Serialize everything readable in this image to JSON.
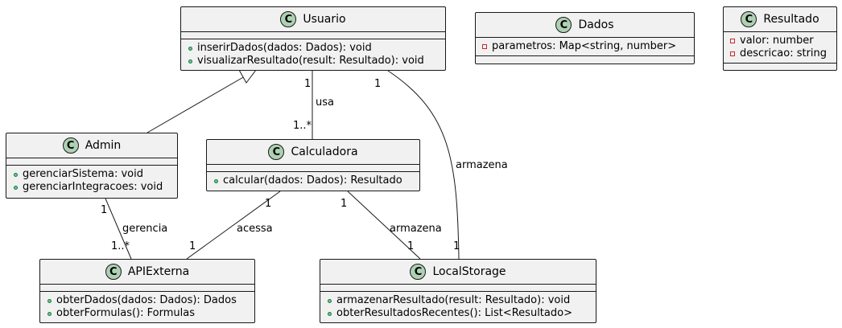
{
  "classes": {
    "usuario": {
      "stereotype_letter": "C",
      "name": "Usuario",
      "attributes": [],
      "methods": [
        {
          "visibility": "public",
          "text": "inserirDados(dados: Dados): void"
        },
        {
          "visibility": "public",
          "text": "visualizarResultado(result: Resultado): void"
        }
      ]
    },
    "dados": {
      "stereotype_letter": "C",
      "name": "Dados",
      "attributes": [
        {
          "visibility": "private",
          "text": "parametros: Map<string, number>"
        }
      ],
      "methods": []
    },
    "resultado": {
      "stereotype_letter": "C",
      "name": "Resultado",
      "attributes": [
        {
          "visibility": "private",
          "text": "valor: number"
        },
        {
          "visibility": "private",
          "text": "descricao: string"
        }
      ],
      "methods": []
    },
    "admin": {
      "stereotype_letter": "C",
      "name": "Admin",
      "attributes": [],
      "methods": [
        {
          "visibility": "public",
          "text": "gerenciarSistema: void"
        },
        {
          "visibility": "public",
          "text": "gerenciarIntegracoes: void"
        }
      ]
    },
    "calculadora": {
      "stereotype_letter": "C",
      "name": "Calculadora",
      "attributes": [],
      "methods": [
        {
          "visibility": "public",
          "text": "calcular(dados: Dados): Resultado"
        }
      ]
    },
    "apiexterna": {
      "stereotype_letter": "C",
      "name": "APIExterna",
      "attributes": [],
      "methods": [
        {
          "visibility": "public",
          "text": "obterDados(dados: Dados): Dados"
        },
        {
          "visibility": "public",
          "text": "obterFormulas(): Formulas"
        }
      ]
    },
    "localstorage": {
      "stereotype_letter": "C",
      "name": "LocalStorage",
      "attributes": [],
      "methods": [
        {
          "visibility": "public",
          "text": "armazenarResultado(result: Resultado): void"
        },
        {
          "visibility": "public",
          "text": "obterResultadosRecentes(): List<Resultado>"
        }
      ]
    }
  },
  "relations": {
    "usa": {
      "label": "usa",
      "source_mult": "1",
      "target_mult": "1..*"
    },
    "armazena_usuario": {
      "label": "armazena",
      "source_mult": "1",
      "target_mult": "1"
    },
    "gerencia": {
      "label": "gerencia",
      "source_mult": "1",
      "target_mult": "1..*"
    },
    "acessa": {
      "label": "acessa",
      "source_mult": "1",
      "target_mult": "1"
    },
    "armazena_calc": {
      "label": "armazena",
      "source_mult": "1",
      "target_mult": "1"
    }
  },
  "colors": {
    "class_fill": "#f1f1f1",
    "class_border": "#181818",
    "icon_fill": "#add1b2",
    "line": "#181818"
  }
}
